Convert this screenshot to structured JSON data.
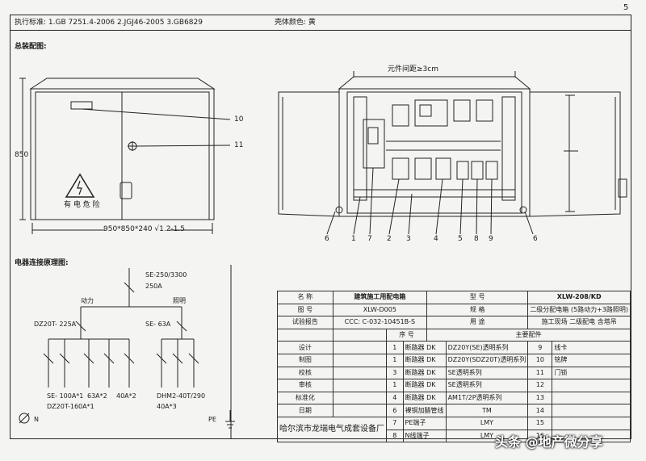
{
  "page_number": "5",
  "header": {
    "standard": "执行标准: 1.GB 7251.4-2006    2.JGJ46-2005    3.GB6829",
    "shell_color": "壳体颜色: 黄"
  },
  "assembly": {
    "title": "总装配图:",
    "height_label": "850",
    "dimensions": "950*850*240 √1.2-1.5",
    "component_spacing": "元件间距≥3cm",
    "warning_text": "有 电 危 险",
    "callouts_front": [
      "10",
      "11"
    ],
    "callouts_bottom": [
      "6",
      "1",
      "7",
      "2",
      "3",
      "4",
      "5",
      "8",
      "9",
      "6"
    ]
  },
  "schematic": {
    "title": "电器连接原理图:",
    "main_breaker": "SE-250/3300",
    "main_current": "250A",
    "power_label": "动力",
    "lighting_label": "照明",
    "power_breaker": "DZ20T- 225A",
    "lighting_breaker": "SE- 63A",
    "power_branch_1": "SE- 100A*1",
    "power_branch_2": "63A*2",
    "power_branch_3": "40A*2",
    "power_branch_4": "DZ20T-160A*1",
    "lighting_branch_1": "DHM2-40T/290",
    "lighting_branch_2": "40A*3",
    "pe_label": "PE",
    "n_label": "N"
  },
  "info_table": {
    "name_label": "名    称",
    "name_value": "建筑施工用配电箱",
    "model_label": "型    号",
    "model_value": "XLW-208/KD",
    "drawing_label": "图    号",
    "drawing_value": "XLW-D005",
    "spec_label": "规    格",
    "spec_value": "二级分配电箱 (5路动力+3路照明)",
    "test_label": "试验报告",
    "test_value": "CCC: C-032-10451B-S",
    "use_label": "用    途",
    "use_value": "施工现场 二级配电 含塔吊",
    "seq_header": "序    号",
    "parts_header": "主要配件",
    "roles": [
      "设计",
      "制图",
      "校核",
      "审核",
      "标准化",
      "日期"
    ],
    "company": "哈尔滨市龙瑞电气成套设备厂",
    "rows": [
      {
        "no": "1",
        "part": "断路器 DK",
        "spec": "DZ20Y(SE)透明系列",
        "no2": "9",
        "part2": "线卡"
      },
      {
        "no": "1",
        "part": "断路器 DK",
        "spec": "DZ20Y(SDZ20T)透明系列",
        "no2": "10",
        "part2": "铭牌"
      },
      {
        "no": "3",
        "part": "断路器 DK",
        "spec": "SE透明系列",
        "no2": "11",
        "part2": "门锁"
      },
      {
        "no": "1",
        "part": "断路器 DK",
        "spec": "SE透明系列",
        "no2": "12",
        "part2": ""
      },
      {
        "no": "4",
        "part": "断路器 DK",
        "spec": "AM1T/2P透明系列",
        "no2": "13",
        "part2": ""
      },
      {
        "no": "6",
        "part": "裸铜加醋管线",
        "spec": "TM",
        "no2": "14",
        "part2": ""
      },
      {
        "no": "7",
        "part": "PE端子",
        "spec": "LMY",
        "no2": "15",
        "part2": ""
      },
      {
        "no": "8",
        "part": "N线端子",
        "spec": "LMY",
        "no2": "16",
        "part2": ""
      }
    ]
  },
  "watermark": "头条 @地产微分享",
  "colors": {
    "line": "#222222",
    "paper": "#f4f4f2"
  }
}
